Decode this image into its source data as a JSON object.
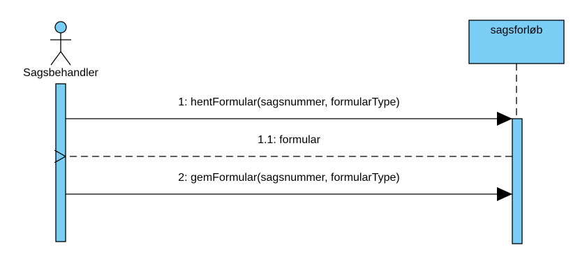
{
  "colors": {
    "fill": "#7acdf4",
    "stroke": "#000000",
    "background": "#ffffff"
  },
  "participants": [
    {
      "id": "actor",
      "kind": "actor",
      "name": "Sagsbehandler",
      "icon": "stick-figure-icon"
    },
    {
      "id": "object",
      "kind": "object",
      "name": "sagsforløb"
    }
  ],
  "messages": [
    {
      "number": "1",
      "label": "1: hentFormular(sagsnummer, formularType)",
      "from": "Sagsbehandler",
      "to": "sagsforløb",
      "style": "solid",
      "arrowhead": "filled"
    },
    {
      "number": "1.1",
      "label": "1.1: formular",
      "from": "sagsforløb",
      "to": "Sagsbehandler",
      "style": "dashed",
      "arrowhead": "open"
    },
    {
      "number": "2",
      "label": "2: gemFormular(sagsnummer, formularType)",
      "from": "Sagsbehandler",
      "to": "sagsforløb",
      "style": "solid",
      "arrowhead": "filled"
    }
  ]
}
